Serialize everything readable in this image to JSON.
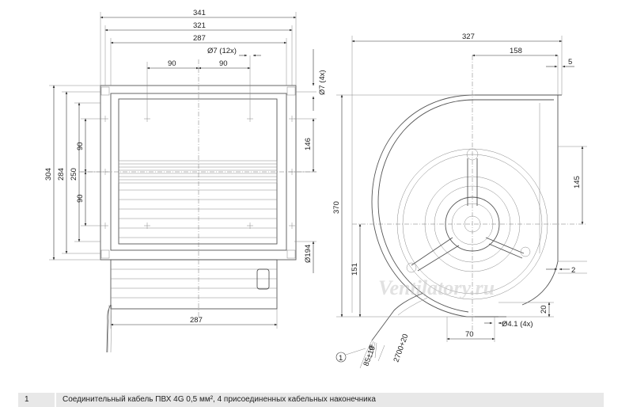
{
  "watermark": "Ventilatory.ru",
  "callout_marker": "1",
  "left_view": {
    "top_dims": [
      "341",
      "321",
      "287",
      "Ø7 (12x)"
    ],
    "spacing_dims": [
      "90",
      "90"
    ],
    "right_hole_dim": "Ø7 (4x)",
    "height_dims": [
      "304",
      "284",
      "250"
    ],
    "inner_dims": [
      "90",
      "90"
    ],
    "right_dims": [
      "146",
      "Ø194"
    ],
    "bottom_dim": "287"
  },
  "right_view": {
    "top_dims": [
      "327",
      "158",
      "5"
    ],
    "height_dim": "370",
    "left_dim": "151",
    "right_dims": [
      "145",
      "2",
      "20"
    ],
    "bottom_dims": [
      "70",
      "Ø4.1 (4x)"
    ],
    "cable_dims": [
      "6",
      "85±10",
      "2700+20"
    ]
  },
  "legend": {
    "number": "1",
    "text": "Соединительный кабель ПВХ 4G 0,5 мм², 4 присоединенных кабельных наконечника"
  }
}
